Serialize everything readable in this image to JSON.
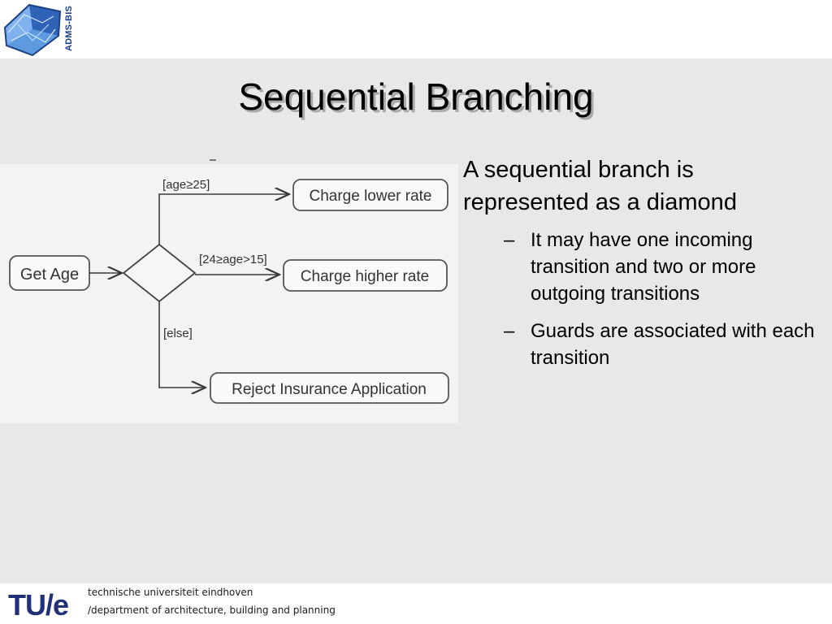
{
  "header": {
    "logo_text": "ADMS-BIS"
  },
  "slide": {
    "title": "Sequential Branching"
  },
  "diagram": {
    "start_node": "Get Age",
    "branches": [
      {
        "guard": "[age≥25]",
        "target": "Charge lower rate"
      },
      {
        "guard": "[24≥age>15]",
        "target": "Charge higher rate"
      },
      {
        "guard": "[else]",
        "target": "Reject Insurance Application"
      }
    ]
  },
  "content": {
    "main_bullet": "A sequential branch is represented as a diamond",
    "sub_bullets": [
      {
        "dash": "–",
        "text": "It may have one incoming transition and two or more outgoing transitions"
      },
      {
        "dash": "–",
        "text": "Guards are associated with each transition"
      }
    ]
  },
  "footer": {
    "logo_text": "TU/e",
    "university": "technische universiteit eindhoven",
    "department": "/department of architecture, building and planning"
  },
  "colors": {
    "background": "#e8e8e8",
    "logo_blue": "#1a3d8f",
    "footer_logo": "#1f2f7a"
  }
}
